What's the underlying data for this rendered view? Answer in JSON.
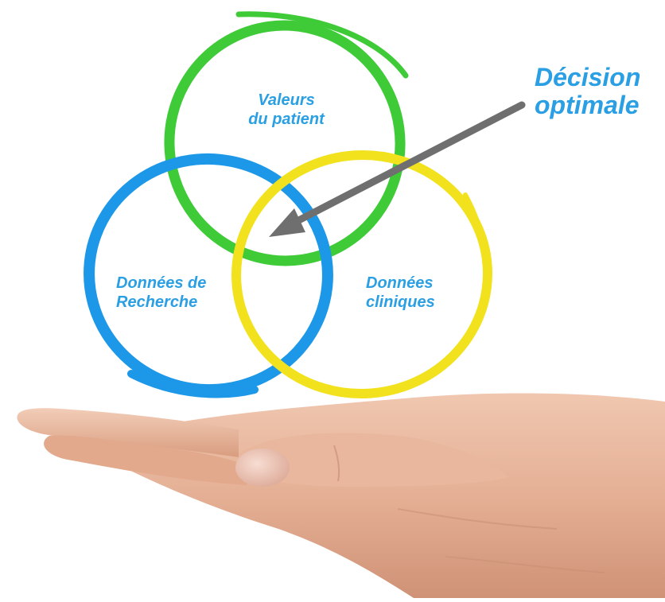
{
  "diagram": {
    "circles": [
      {
        "id": "values",
        "label_lines": [
          "Valeurs",
          "du patient"
        ],
        "color": "#3fca38"
      },
      {
        "id": "research",
        "label_lines": [
          "Données de",
          "Recherche"
        ],
        "color": "#1d98e8"
      },
      {
        "id": "clinical",
        "label_lines": [
          "Données",
          "cliniques"
        ],
        "color": "#f2e21d"
      }
    ],
    "callout": {
      "lines": [
        "Décision",
        "optimale"
      ],
      "color": "#2a9fe3"
    },
    "arrow": {
      "color": "#6f6f6f"
    },
    "photo": {
      "subject": "hand-open-palm"
    }
  }
}
